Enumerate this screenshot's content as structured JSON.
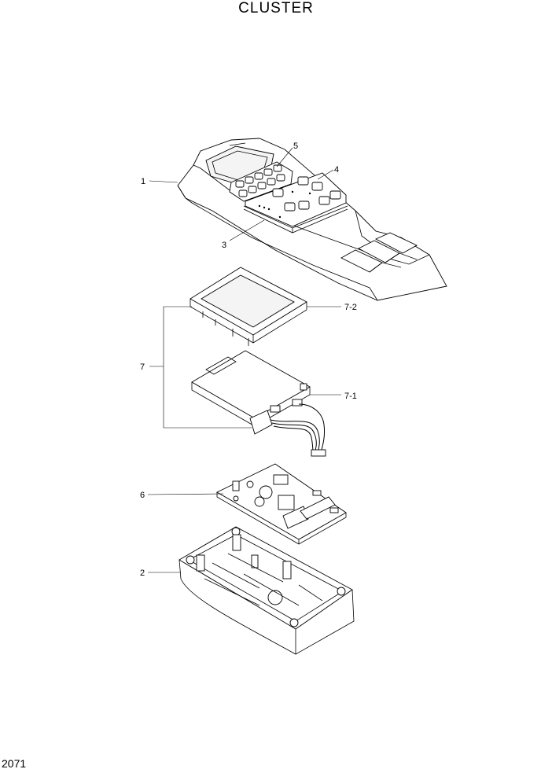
{
  "title": "CLUSTER",
  "page_number": "2071",
  "callouts": {
    "p1": "1",
    "p2": "2",
    "p3": "3",
    "p4": "4",
    "p5": "5",
    "p6": "6",
    "p7": "7",
    "p7_1": "7-1",
    "p7_2": "7-2"
  }
}
